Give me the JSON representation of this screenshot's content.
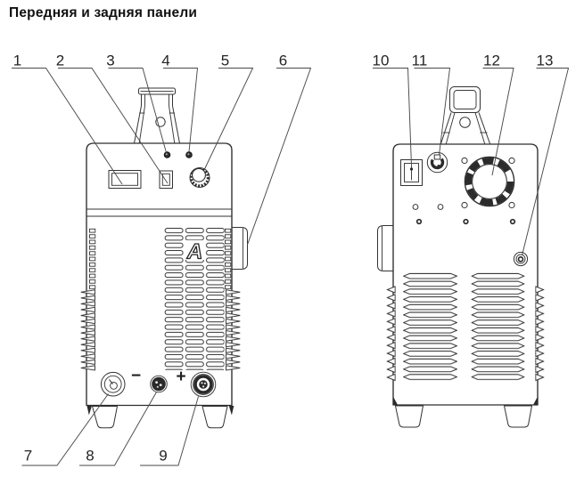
{
  "title": "Передняя и задняя панели",
  "diagram": {
    "front": {
      "callouts": {
        "c1": "1",
        "c2": "2",
        "c3": "3",
        "c4": "4",
        "c5": "5",
        "c6": "6",
        "c7": "7",
        "c8": "8",
        "c9": "9"
      },
      "labels": {
        "minus": "−",
        "plus": "+",
        "logo": "А"
      }
    },
    "rear": {
      "callouts": {
        "c10": "10",
        "c11": "11",
        "c12": "12",
        "c13": "13"
      }
    }
  }
}
